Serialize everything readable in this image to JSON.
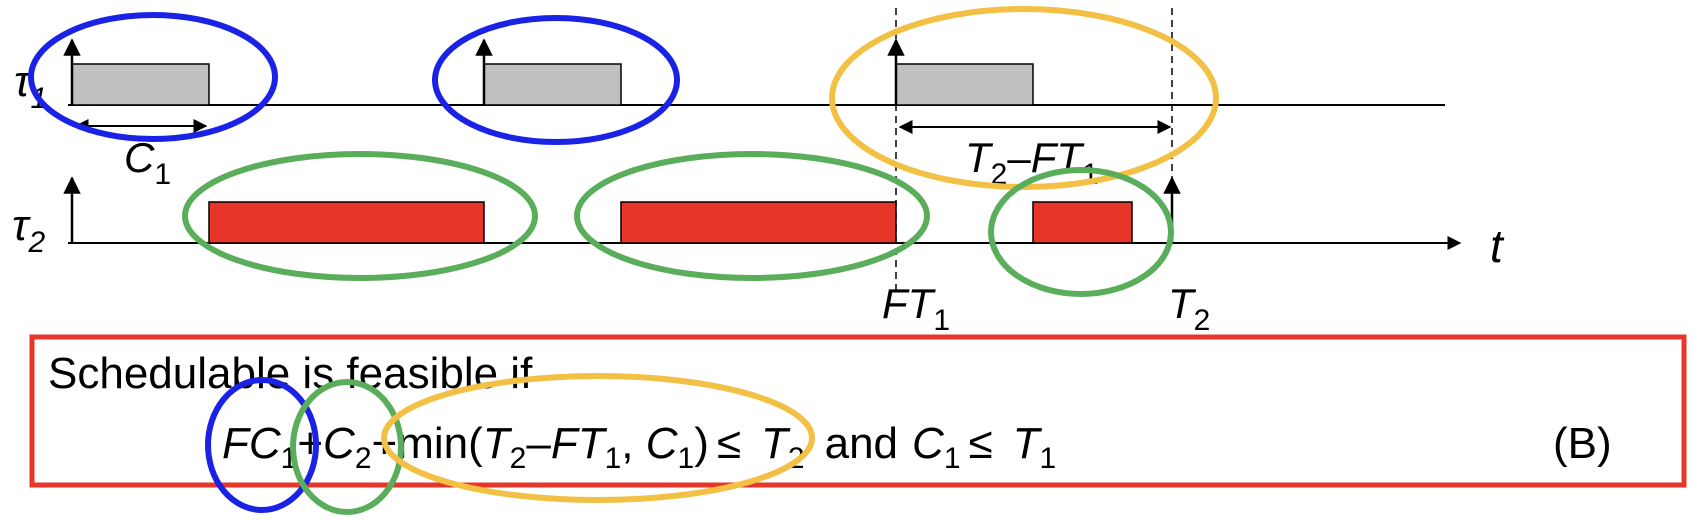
{
  "tasks": {
    "tau1": {
      "sym": "τ",
      "sub": "1"
    },
    "tau2": {
      "sym": "τ",
      "sub": "2"
    }
  },
  "labels": {
    "c1": {
      "main": "C",
      "sub": "1"
    },
    "t2_minus_ft1": {
      "a": "T",
      "a_sub": "2",
      "dash": "–",
      "b": "FT",
      "b_sub": "1"
    },
    "ft1": {
      "main": "FT",
      "sub": "1"
    },
    "t2": {
      "main": "T",
      "sub": "2"
    },
    "t_axis": "t"
  },
  "condition": {
    "heading": "Schedulable is feasible if",
    "fc1": "FC",
    "fc1_sub": "1",
    "plus1": "+",
    "c2": "C",
    "c2_sub": "2",
    "plus2": "+",
    "min_open": "min(",
    "min_t": "T",
    "min_t_sub": "2",
    "min_dash": "–",
    "min_ft": "FT",
    "min_ft_sub": "1",
    "min_comma": ", ",
    "min_c": "C",
    "min_c_sub": "1",
    "min_close": ")",
    "leq1": "≤",
    "rhs1": "T",
    "rhs1_sub": "2",
    "and": "and",
    "c1": "C",
    "c1_sub": "1",
    "leq2": "≤",
    "rhs2": "T",
    "rhs2_sub": "1",
    "tag": "(B)"
  },
  "colors": {
    "gray_box": "#c0c0c0",
    "red_box": "#e8352a",
    "blue": "#1a22e6",
    "green": "#5aad5a",
    "orange": "#f2c044",
    "frame": "#e8352a"
  }
}
